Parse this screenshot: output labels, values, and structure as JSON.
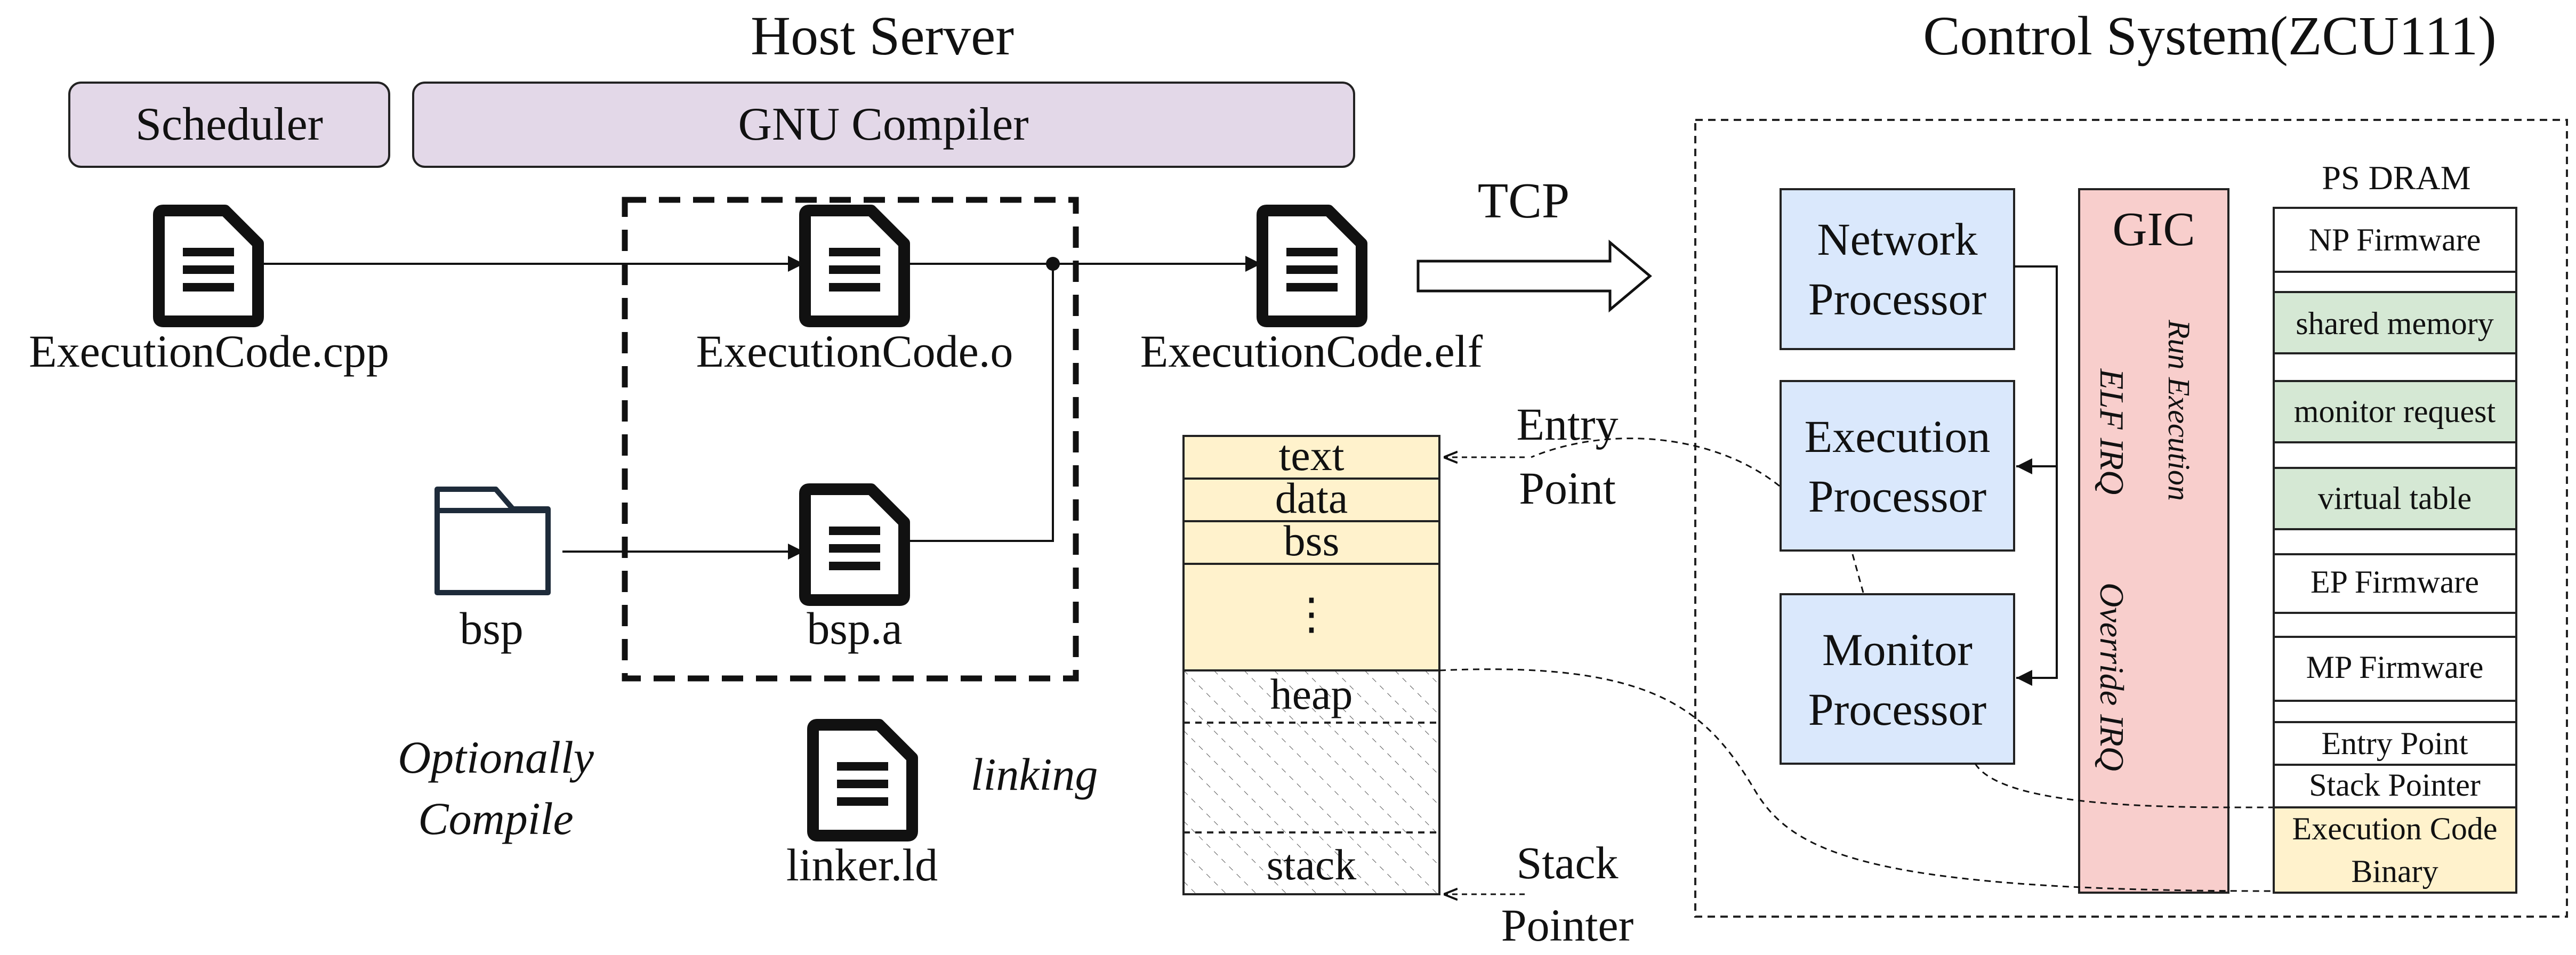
{
  "host": {
    "title": "Host Server",
    "scheduler": "Scheduler",
    "compiler": "GNU Compiler",
    "files": {
      "cpp": "ExecutionCode.cpp",
      "obj": "ExecutionCode.o",
      "elf": "ExecutionCode.elf",
      "bsp": "bsp",
      "bsp_a": "bsp.a",
      "linker": "linker.ld"
    },
    "notes": {
      "optional_line1": "Optionally",
      "optional_line2": "Compile",
      "linking": "linking"
    },
    "transfer": "TCP"
  },
  "memory": {
    "sections": [
      "text",
      "data",
      "bss",
      "⋮",
      "heap",
      "stack"
    ],
    "entry_line1": "Entry",
    "entry_line2": "Point",
    "stack_line1": "Stack",
    "stack_line2": "Pointer"
  },
  "control": {
    "title": "Control System(ZCU111)",
    "np_line1": "Network",
    "np_line2": "Processor",
    "ep_line1": "Execution",
    "ep_line2": "Processor",
    "mp_line1": "Monitor",
    "mp_line2": "Processor",
    "gic": {
      "title": "GIC",
      "run_execution": "Run Execution",
      "elf_irq": "ELF IRQ",
      "override_irq": "Override IRQ"
    },
    "dram": {
      "title": "PS DRAM",
      "np_fw": "NP Firmware",
      "shared": "shared memory",
      "monitor_req": "monitor request",
      "vtable": "virtual table",
      "ep_fw": "EP Firmware",
      "mp_fw": "MP Firmware",
      "entry": "Entry Point",
      "stack": "Stack Pointer",
      "binary_line1": "Execution Code",
      "binary_line2": "Binary"
    }
  },
  "colors": {
    "purple": "#e3d8e8",
    "blue": "#dae8fc",
    "red": "#f8cecc",
    "green": "#d5e8d4",
    "yellow": "#fff2cc"
  }
}
